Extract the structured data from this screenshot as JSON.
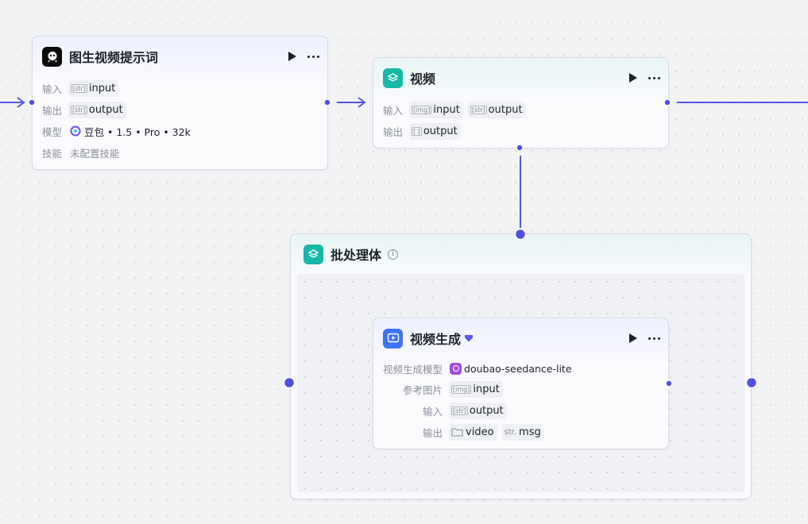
{
  "colors": {
    "accent": "#4f4fe0",
    "teal": "#15b8a6",
    "blue": "#3d73f5"
  },
  "nodes": {
    "prompt": {
      "title": "图生视频提示词",
      "icon": "robot-icon",
      "rows": {
        "input_label": "输入",
        "input_type": "[str]",
        "input_value": "input",
        "output_label": "输出",
        "output_type": "[str]",
        "output_value": "output",
        "model_label": "模型",
        "model_value": "豆包 • 1.5 • Pro • 32k",
        "skill_label": "技能",
        "skill_value": "未配置技能"
      }
    },
    "video": {
      "title": "视频",
      "icon": "layers-icon",
      "rows": {
        "input_label": "输入",
        "input_type": "[img]",
        "input_value": "input",
        "input2_type": "[str]",
        "input2_value": "output",
        "output_label": "输出",
        "output_type": "[ ]",
        "output_value": "output"
      }
    },
    "batch": {
      "title": "批处理体",
      "icon": "layers-icon",
      "info_glyph": "i"
    },
    "gen": {
      "title": "视频生成",
      "icon": "video-play-icon",
      "rows": {
        "model_label": "视频生成模型",
        "model_value": "doubao-seedance-lite",
        "ref_label": "参考图片",
        "ref_type": "[img]",
        "ref_value": "input",
        "input_label": "输入",
        "input_type": "[str]",
        "input_value": "output",
        "output_label": "输出",
        "output_value": "video",
        "output2_type": "str.",
        "output2_value": "msg"
      }
    }
  }
}
